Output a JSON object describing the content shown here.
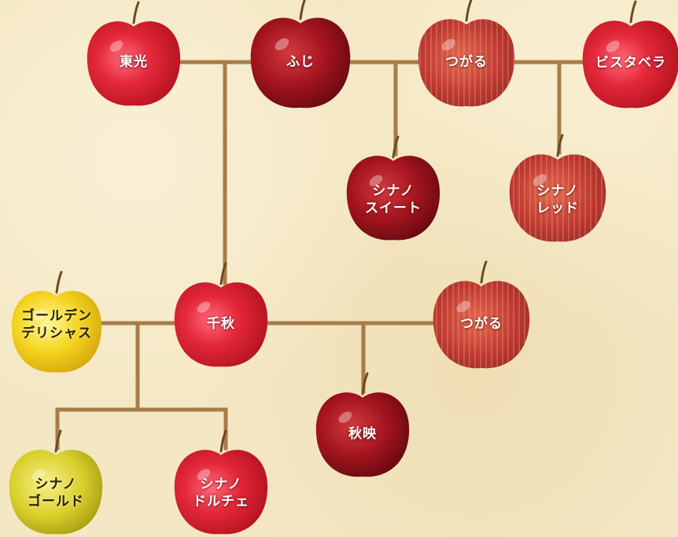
{
  "apples": [
    {
      "id": "toko",
      "lines": [
        "東光"
      ],
      "color": "red"
    },
    {
      "id": "fuji",
      "lines": [
        "ふじ"
      ],
      "color": "darkred"
    },
    {
      "id": "tsugaru-top",
      "lines": [
        "つがる"
      ],
      "color": "striped"
    },
    {
      "id": "bista-bella",
      "lines": [
        "ビスタベラ"
      ],
      "color": "red"
    },
    {
      "id": "shinano-sweet",
      "lines": [
        "シナノ",
        "スイート"
      ],
      "color": "darkred"
    },
    {
      "id": "shinano-red",
      "lines": [
        "シナノ",
        "レッド"
      ],
      "color": "striped"
    },
    {
      "id": "golden-delicious",
      "lines": [
        "ゴールデン",
        "デリシャス"
      ],
      "color": "yellow"
    },
    {
      "id": "senshu",
      "lines": [
        "千秋"
      ],
      "color": "red"
    },
    {
      "id": "tsugaru-mid",
      "lines": [
        "つがる"
      ],
      "color": "striped"
    },
    {
      "id": "shuei",
      "lines": [
        "秋映"
      ],
      "color": "darkred"
    },
    {
      "id": "shinano-gold",
      "lines": [
        "シナノ",
        "ゴールド"
      ],
      "color": "yellowgreen"
    },
    {
      "id": "shinano-dolce",
      "lines": [
        "シナノ",
        "ドルチェ"
      ],
      "color": "red"
    }
  ],
  "colors": {
    "connector": "#a67c48",
    "red": "#e02a2f",
    "darkred": "#a3141e",
    "striped": "#c63b35",
    "yellow": "#f2d21c",
    "yellowgreen": "#d9cf2a"
  }
}
